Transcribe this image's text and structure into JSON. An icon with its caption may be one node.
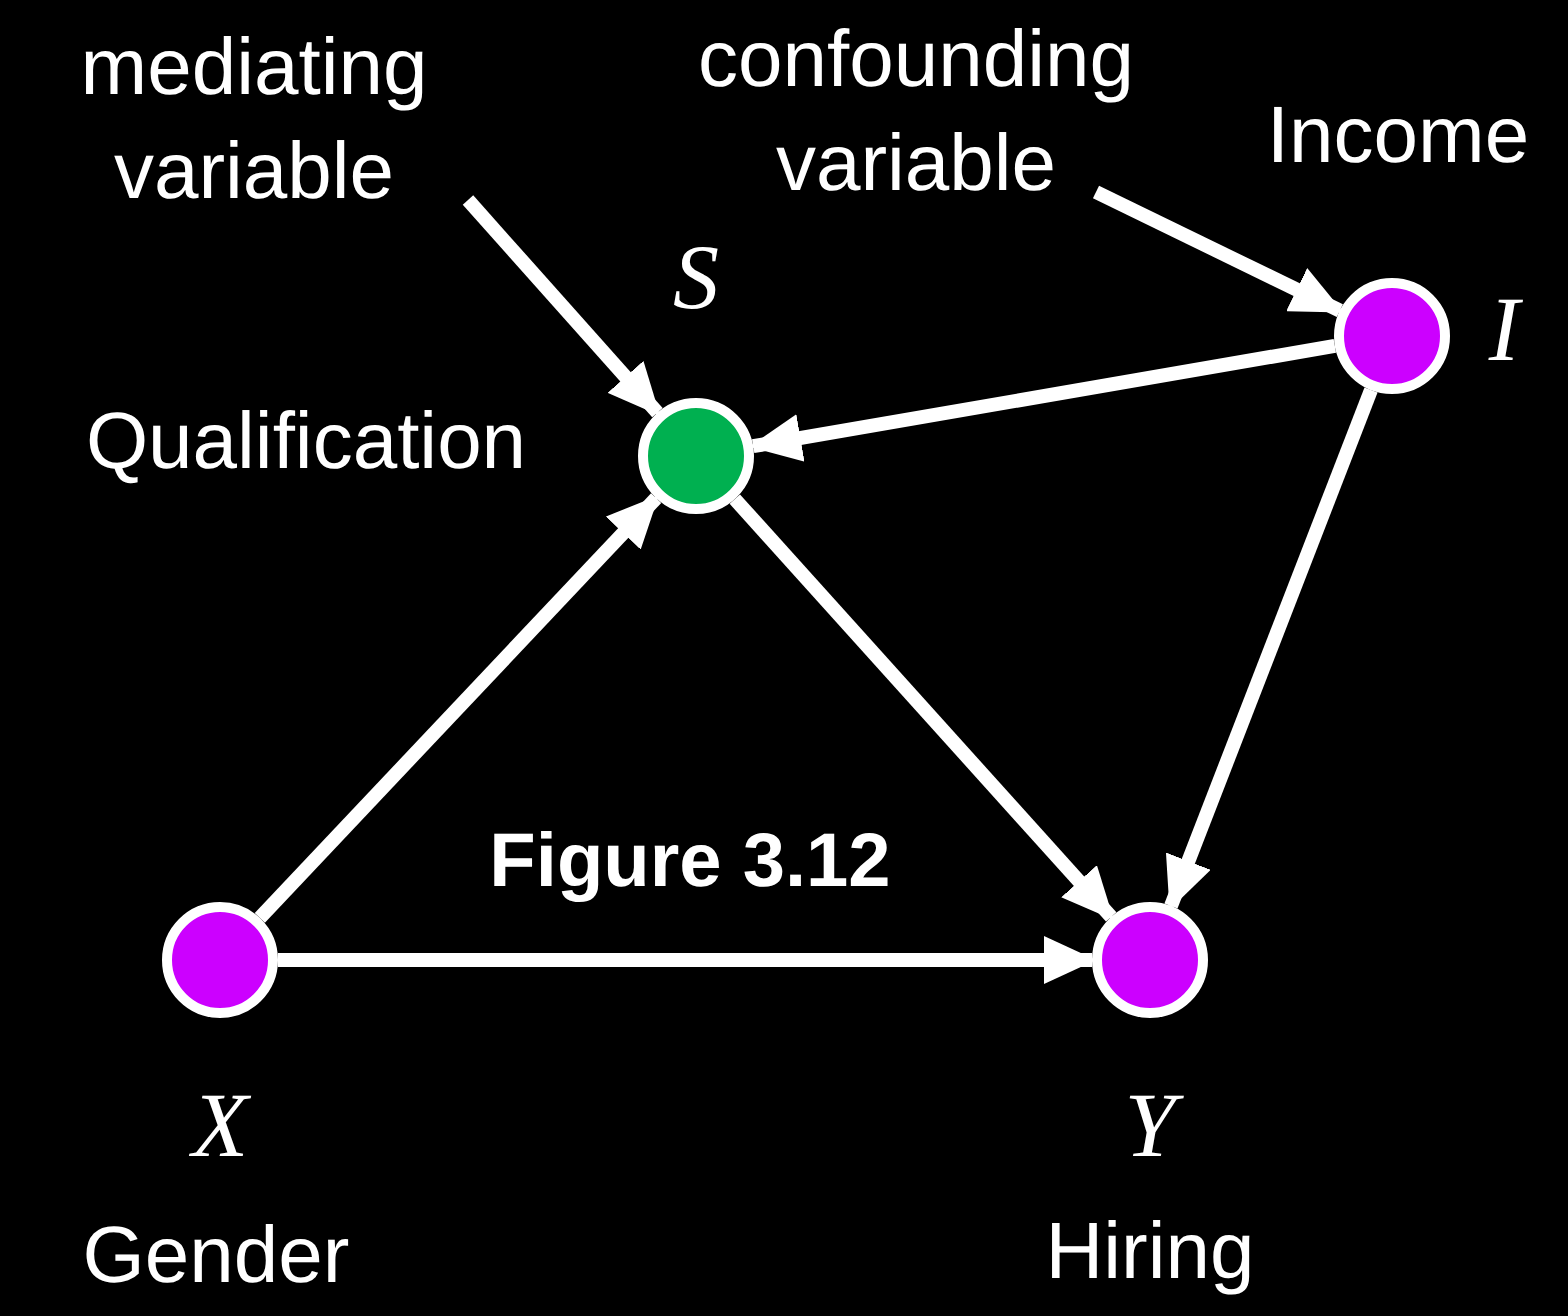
{
  "diagram": {
    "nodes": [
      {
        "text": [
          "mediating variable"
        ]
      },
      {
        "text": [
          "confounding variable"
        ]
      },
      {
        "text": [],
        "shape": "circle",
        "beside": [
          "S",
          "Qualification"
        ]
      },
      {
        "text": [],
        "shape": "circle",
        "beside": [
          "Income",
          "I"
        ]
      },
      {
        "text": [],
        "shape": "circle",
        "beside": [
          "X",
          "Gender"
        ]
      },
      {
        "text": [],
        "shape": "circle",
        "beside": [
          "Y",
          "Hiring"
        ]
      }
    ],
    "edges": [
      {
        "from": 0,
        "to": 2,
        "arrow": "to"
      },
      {
        "from": 1,
        "to": 3,
        "arrow": "to"
      },
      {
        "from": 3,
        "to": 2,
        "arrow": "to"
      },
      {
        "from": 4,
        "to": 2,
        "arrow": "to"
      },
      {
        "from": 2,
        "to": 5,
        "arrow": "to"
      },
      {
        "from": 3,
        "to": 5,
        "arrow": "to"
      },
      {
        "from": 4,
        "to": 5,
        "arrow": "to"
      }
    ],
    "labels": [
      "Figure 3.12"
    ]
  }
}
